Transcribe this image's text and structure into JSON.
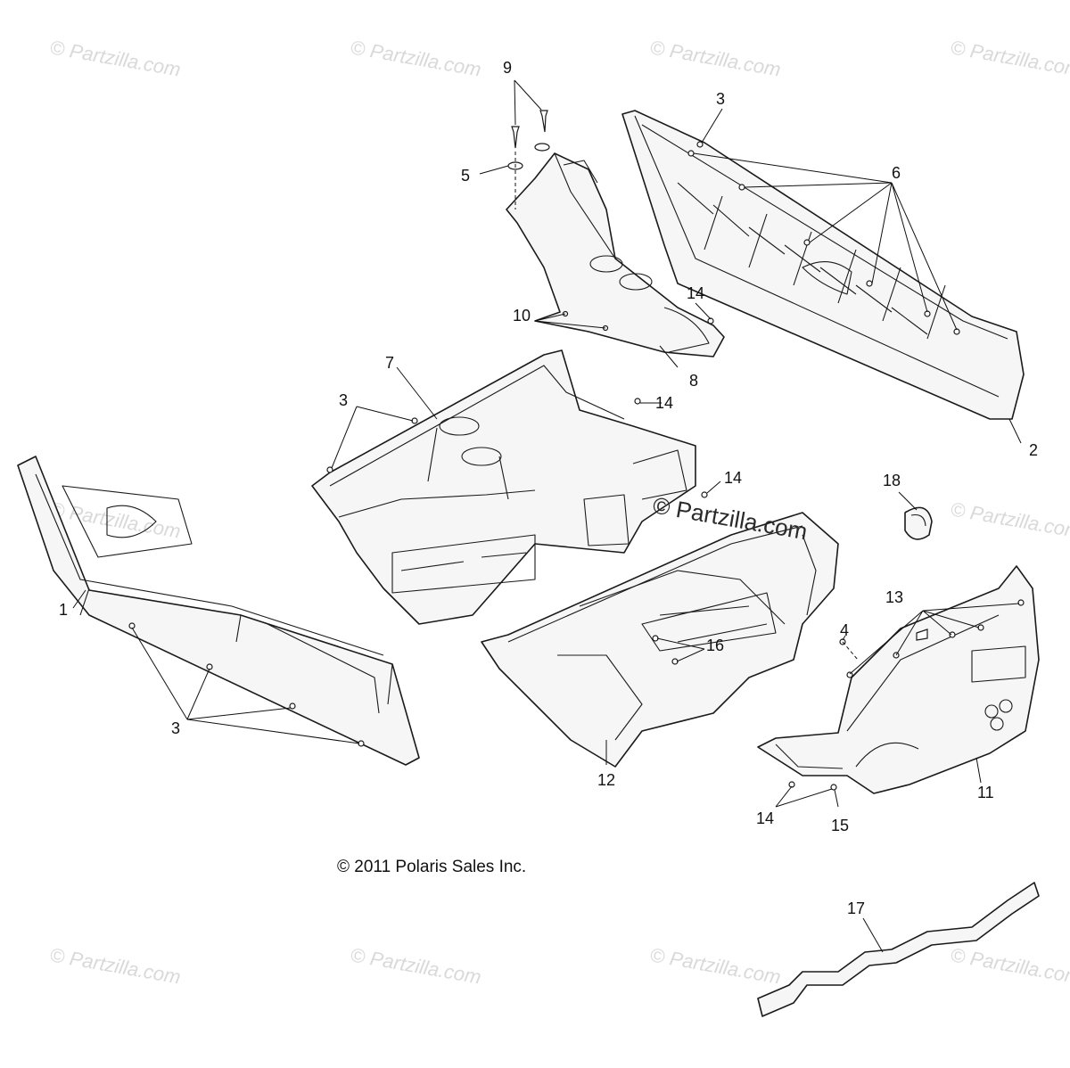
{
  "watermark": {
    "text": "© Partzilla.com",
    "center_text": "© Partzilla.com"
  },
  "copyright": "© 2011 Polaris Sales Inc.",
  "callouts": {
    "c1": "1",
    "c2": "2",
    "c3a": "3",
    "c3b": "3",
    "c3c": "3",
    "c4": "4",
    "c5": "5",
    "c6": "6",
    "c7": "7",
    "c8": "8",
    "c9": "9",
    "c10": "10",
    "c11": "11",
    "c12": "12",
    "c13": "13",
    "c14a": "14",
    "c14b": "14",
    "c14c": "14",
    "c14d": "14",
    "c15": "15",
    "c16": "16",
    "c17": "17",
    "c18": "18"
  },
  "colors": {
    "line": "#1a1a1a",
    "fill": "#f6f6f6",
    "watermark": "#d9d9d9"
  }
}
